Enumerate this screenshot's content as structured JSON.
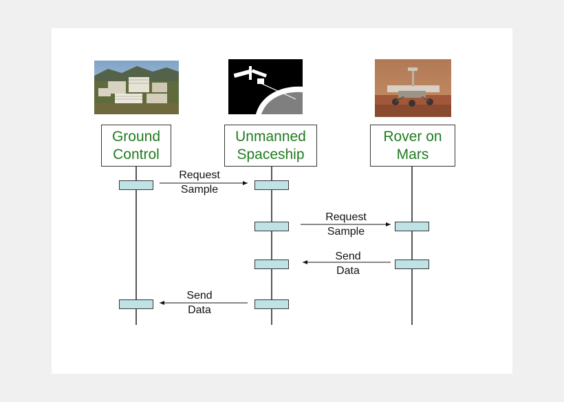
{
  "actors": [
    {
      "id": "ground",
      "label": "Ground\nControl",
      "image": "city-buildings-photo"
    },
    {
      "id": "ship",
      "label": "Unmanned\nSpaceship",
      "image": "spacecraft-silhouette-photo"
    },
    {
      "id": "rover",
      "label": "Rover on\nMars",
      "image": "mars-rover-photo"
    }
  ],
  "messages": [
    {
      "from": "ground",
      "to": "ship",
      "label": "Request\nSample"
    },
    {
      "from": "ship",
      "to": "rover",
      "label": "Request\nSample"
    },
    {
      "from": "rover",
      "to": "ship",
      "label": "Send\nData"
    },
    {
      "from": "ship",
      "to": "ground",
      "label": "Send\nData"
    }
  ],
  "colors": {
    "actor_text": "#1f7a1f",
    "activation_fill": "#bfe2e4"
  }
}
